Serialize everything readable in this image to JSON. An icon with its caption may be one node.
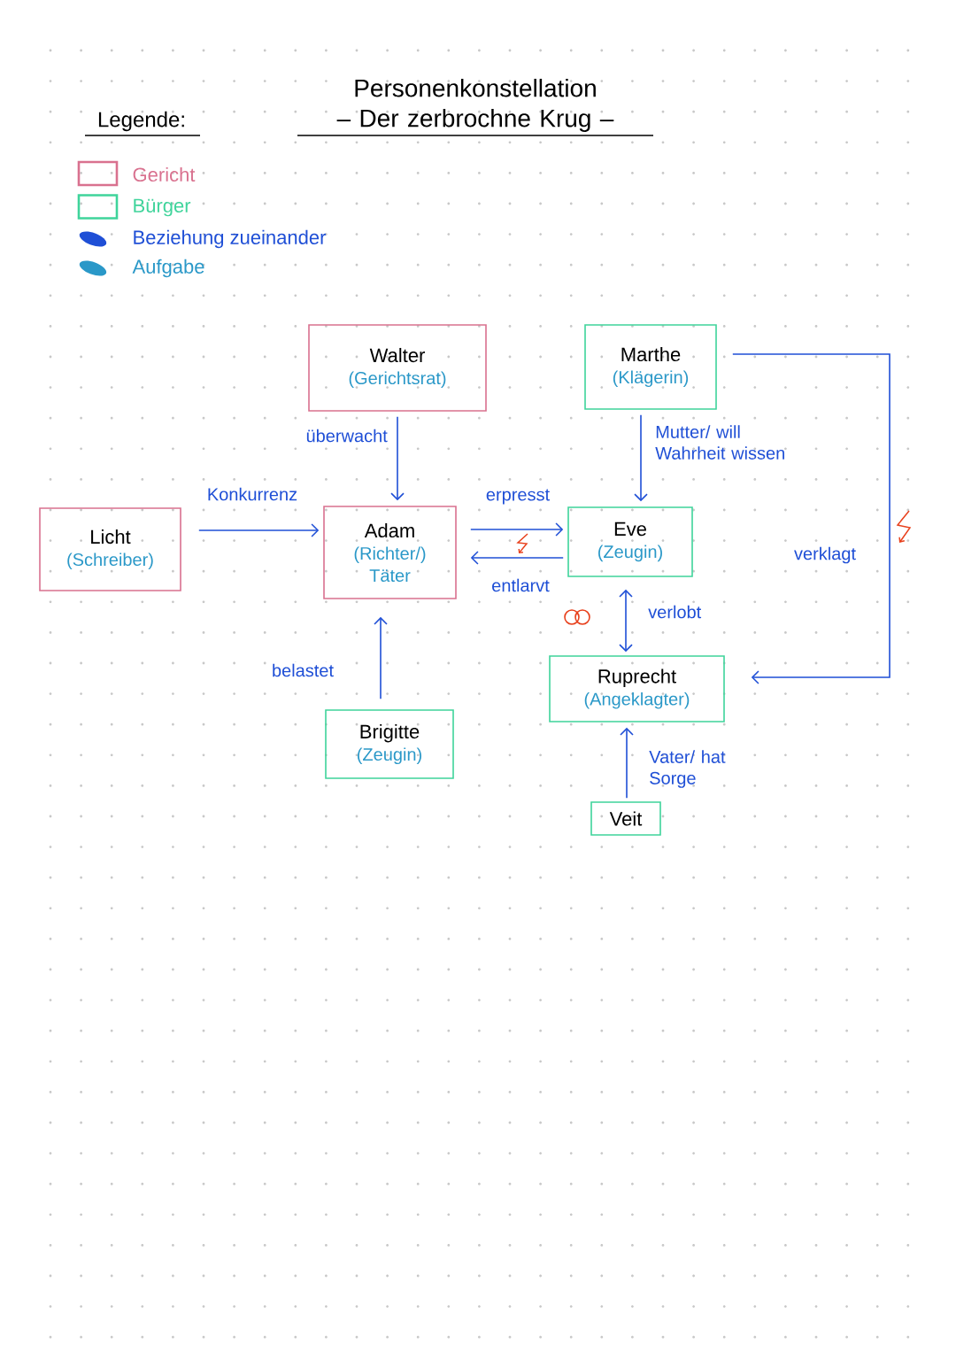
{
  "diagram": {
    "title": "Personenkonstellation – Der zerbrochne Krug –",
    "nodes": [
      {
        "text": [
          "Walter",
          "(Gerichtsrat)"
        ]
      },
      {
        "text": [
          "Marthe",
          "(Klägerin)"
        ]
      },
      {
        "text": [
          "Licht",
          "(Schreiber)"
        ]
      },
      {
        "text": [
          "Adam",
          "(Richter/) Täter"
        ]
      },
      {
        "text": [
          "Eve",
          "(Zeugin)"
        ]
      },
      {
        "text": [
          "Ruprecht",
          "(Angeklagter)"
        ]
      },
      {
        "text": [
          "Brigitte",
          "(Zeugin)"
        ]
      },
      {
        "text": [
          "Veit"
        ]
      }
    ],
    "edges": [
      {
        "from": 0,
        "to": 3,
        "arrow": "to",
        "label": "überwacht"
      },
      {
        "from": 2,
        "to": 3,
        "arrow": "to",
        "label": "Konkurrenz"
      },
      {
        "from": 3,
        "to": 4,
        "arrow": "to",
        "label": "erpresst"
      },
      {
        "from": 4,
        "to": 3,
        "arrow": "to",
        "label": "entlarvt"
      },
      {
        "from": 1,
        "to": 4,
        "arrow": "to",
        "label": "Mutter/ will Wahrheit wissen"
      },
      {
        "from": 4,
        "to": 5,
        "arrow": "both",
        "label": "verlobt"
      },
      {
        "from": 6,
        "to": 3,
        "arrow": "to",
        "label": "belastet"
      },
      {
        "from": 7,
        "to": 5,
        "arrow": "to",
        "label": "Vater/ hat Sorge"
      },
      {
        "from": 1,
        "to": 5,
        "arrow": "to",
        "label": "verklagt"
      }
    ],
    "labels": [
      "Legende:"
    ],
    "legend": [
      {
        "text": "Gericht",
        "color": "#d9718f"
      },
      {
        "text": "Bürger",
        "color": "#3fd49b"
      },
      {
        "text": "Beziehung zueinander",
        "color": "#1f4fd6"
      },
      {
        "text": "Aufgabe",
        "color": "#2a98c8"
      }
    ]
  }
}
